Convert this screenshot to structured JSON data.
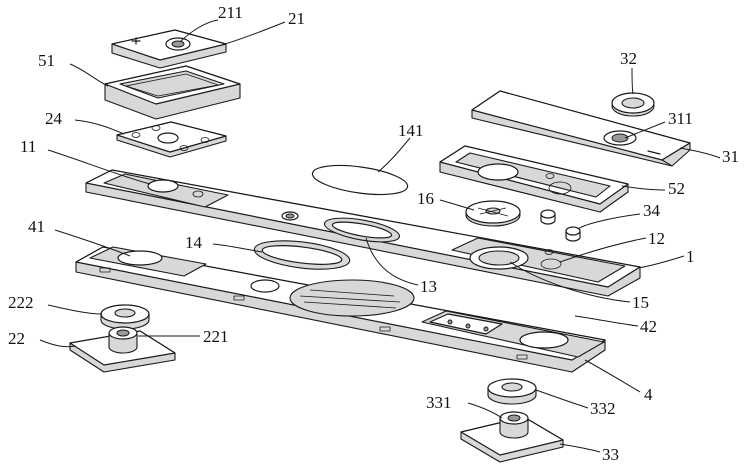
{
  "figure": {
    "background": "#ffffff",
    "line_color": "#1a1a1a"
  },
  "labels": {
    "l211": "211",
    "l21": "21",
    "l51": "51",
    "l24": "24",
    "l11": "11",
    "l141": "141",
    "l32": "32",
    "l311": "311",
    "l31": "31",
    "l52": "52",
    "l16": "16",
    "l34": "34",
    "l12": "12",
    "l1": "1",
    "l41": "41",
    "l14": "14",
    "l13": "13",
    "l15": "15",
    "l42": "42",
    "l222": "222",
    "l22": "22",
    "l221": "221",
    "l4": "4",
    "l331": "331",
    "l332": "332",
    "l33": "33"
  }
}
